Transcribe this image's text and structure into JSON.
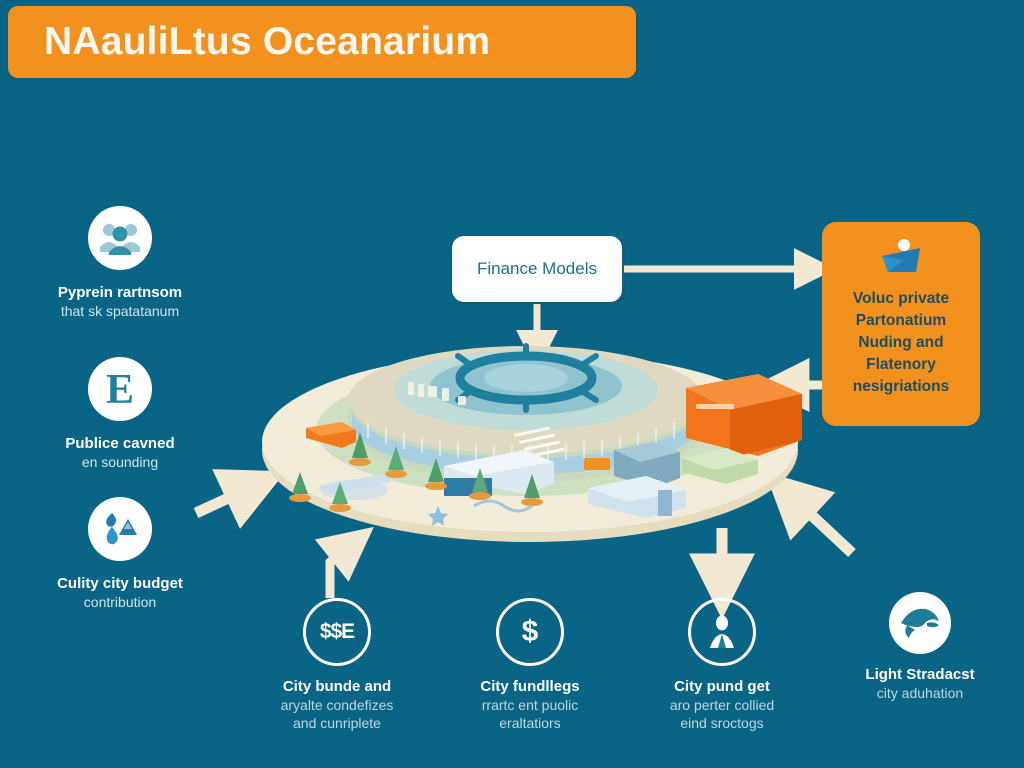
{
  "header": {
    "title": "NAauliLtus Oceanarium",
    "bar_color": "#f2911e",
    "text_color": "#fdf6ec"
  },
  "theme": {
    "background": "#0a6485",
    "accent_orange": "#f2911e",
    "arrow_cream": "#f3e9d2",
    "node_white": "#ffffff",
    "node_text_teal": "#1d6f8a"
  },
  "center_node": {
    "label": "Finance Models"
  },
  "side_panel": {
    "icon": "boat-icon",
    "lines": "Voluc private\nPartonatium\nNuding and\nFlatenory\nnesigriations"
  },
  "left_items": [
    {
      "icon": "people-group-icon",
      "label_main": "Pyprein rartnsom",
      "label_sub": "that sk spatatanum"
    },
    {
      "icon": "letter-e-icon",
      "label_main": "Publice cavned",
      "label_sub": "en sounding"
    },
    {
      "icon": "water-drop-flame-icon",
      "label_main": "Culity city budget",
      "label_sub": "contribution"
    }
  ],
  "bottom_items": [
    {
      "icon": "money-sse-icon",
      "icon_glyph": "$$E",
      "label_main": "City bunde and",
      "label_sub": "aryalte condefizes\nand cunriplete"
    },
    {
      "icon": "dollar-sign-icon",
      "icon_glyph": "$",
      "label_main": "City fundllegs",
      "label_sub": "rrartc ent puolic\neraltatiors"
    },
    {
      "icon": "businessman-icon",
      "icon_glyph": "",
      "label_main": "City pund get",
      "label_sub": "aro perter collied\neind sroctogs"
    },
    {
      "icon": "dolphin-icon",
      "icon_glyph": "",
      "label_main": "Light Stradacst",
      "label_sub": "city aduhation"
    }
  ],
  "illustration": {
    "name": "isometric-oceanarium-complex",
    "description": "Isometric oceanarium building on cream oval plaza with rooftop pool, glass facade, trees, vehicles and orange service building"
  }
}
